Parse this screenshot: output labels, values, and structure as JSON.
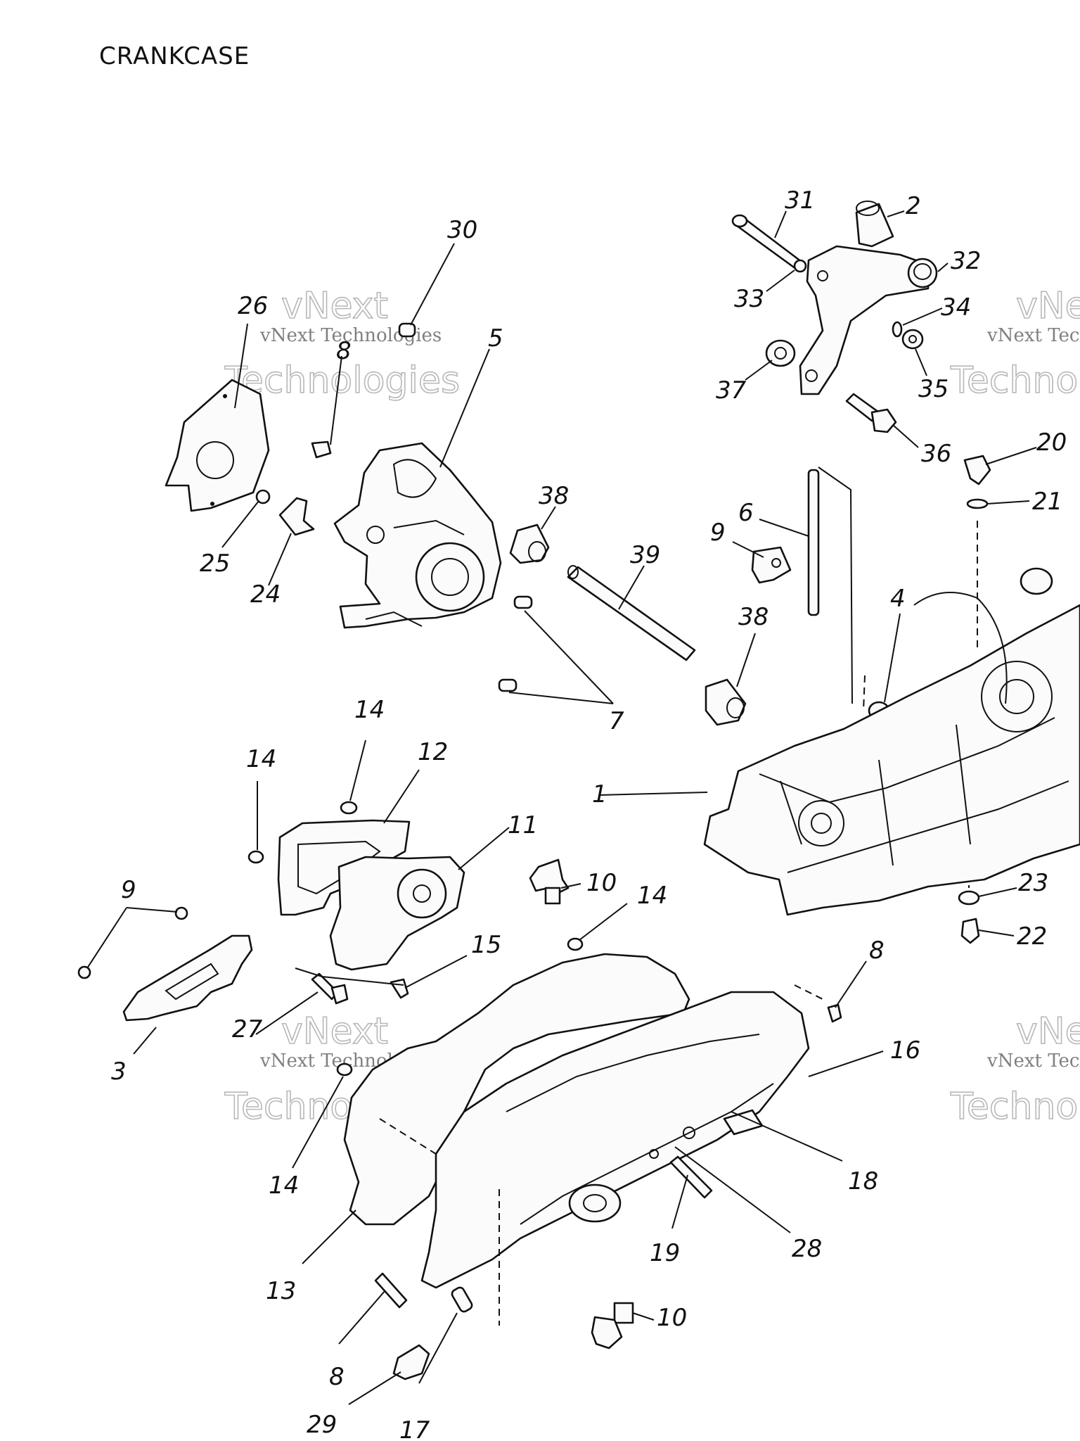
{
  "title": "CRANKCASE",
  "watermark": {
    "line1": "vNext Technologies",
    "line2": "vNext",
    "line3": "Technologies"
  },
  "callouts": [
    {
      "id": "c1",
      "text": "1"
    },
    {
      "id": "c2",
      "text": "2"
    },
    {
      "id": "c3",
      "text": "3"
    },
    {
      "id": "c4",
      "text": "4"
    },
    {
      "id": "c5",
      "text": "5"
    },
    {
      "id": "c6",
      "text": "6"
    },
    {
      "id": "c7",
      "text": "7"
    },
    {
      "id": "c8a",
      "text": "8"
    },
    {
      "id": "c8b",
      "text": "8"
    },
    {
      "id": "c8c",
      "text": "8"
    },
    {
      "id": "c9a",
      "text": "9"
    },
    {
      "id": "c9b",
      "text": "9"
    },
    {
      "id": "c10a",
      "text": "10"
    },
    {
      "id": "c10b",
      "text": "10"
    },
    {
      "id": "c11",
      "text": "11"
    },
    {
      "id": "c12",
      "text": "12"
    },
    {
      "id": "c13",
      "text": "13"
    },
    {
      "id": "c14a",
      "text": "14"
    },
    {
      "id": "c14b",
      "text": "14"
    },
    {
      "id": "c14c",
      "text": "14"
    },
    {
      "id": "c14d",
      "text": "14"
    },
    {
      "id": "c15",
      "text": "15"
    },
    {
      "id": "c16",
      "text": "16"
    },
    {
      "id": "c17",
      "text": "17"
    },
    {
      "id": "c18",
      "text": "18"
    },
    {
      "id": "c19",
      "text": "19"
    },
    {
      "id": "c20",
      "text": "20"
    },
    {
      "id": "c21",
      "text": "21"
    },
    {
      "id": "c22",
      "text": "22"
    },
    {
      "id": "c23",
      "text": "23"
    },
    {
      "id": "c24",
      "text": "24"
    },
    {
      "id": "c25",
      "text": "25"
    },
    {
      "id": "c26",
      "text": "26"
    },
    {
      "id": "c27",
      "text": "27"
    },
    {
      "id": "c28",
      "text": "28"
    },
    {
      "id": "c29",
      "text": "29"
    },
    {
      "id": "c30",
      "text": "30"
    },
    {
      "id": "c31",
      "text": "31"
    },
    {
      "id": "c32",
      "text": "32"
    },
    {
      "id": "c33",
      "text": "33"
    },
    {
      "id": "c34",
      "text": "34"
    },
    {
      "id": "c35",
      "text": "35"
    },
    {
      "id": "c36",
      "text": "36"
    },
    {
      "id": "c37",
      "text": "37"
    },
    {
      "id": "c38a",
      "text": "38"
    },
    {
      "id": "c38b",
      "text": "38"
    },
    {
      "id": "c39",
      "text": "39"
    }
  ]
}
